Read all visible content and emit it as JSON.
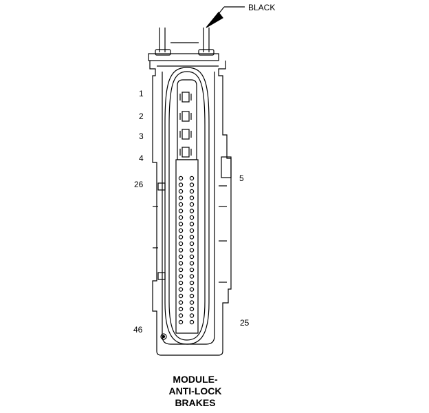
{
  "callout": {
    "color_label": "BLACK"
  },
  "pin_labels": {
    "p1": "1",
    "p2": "2",
    "p3": "3",
    "p4": "4",
    "p5": "5",
    "p26": "26",
    "p46": "46",
    "p25": "25"
  },
  "title": {
    "line1": "MODULE-",
    "line2": "ANTI-LOCK",
    "line3": "BRAKES"
  },
  "colors": {
    "line": "#000000",
    "background": "#ffffff"
  }
}
